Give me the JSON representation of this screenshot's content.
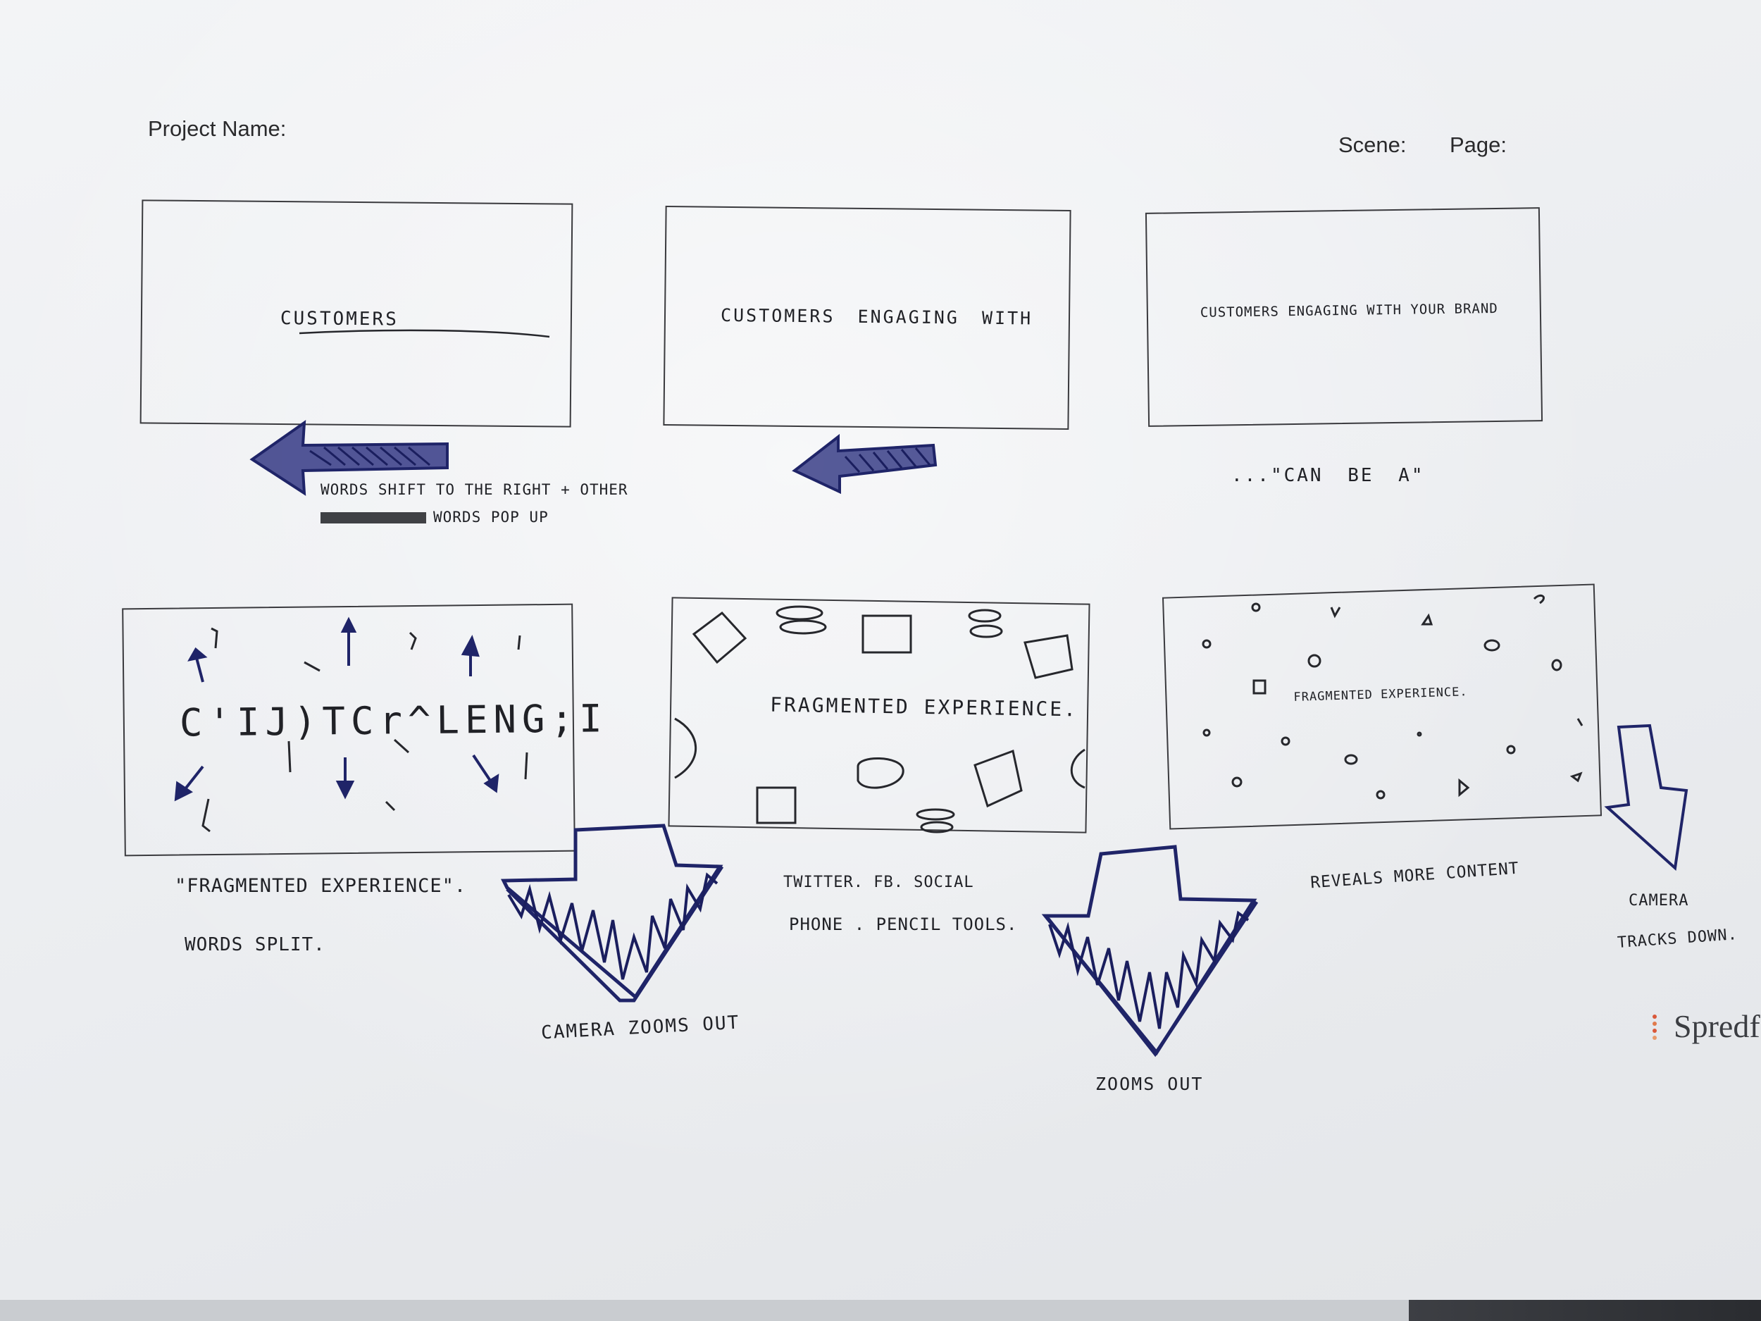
{
  "header": {
    "project_name_label": "Project Name:",
    "scene_label": "Scene:",
    "page_label": "Page:"
  },
  "panels": [
    {
      "caption": "CUSTOMERS",
      "note_lines": [
        "WORDS SHIFT TO THE RIGHT + OTHER",
        "WORDS POP UP"
      ]
    },
    {
      "caption": "CUSTOMERS ENGAGING WITH",
      "note_lines": []
    },
    {
      "caption": "CUSTOMERS ENGAGING WITH YOUR BRAND",
      "note_lines": [
        "...\"CAN BE A\""
      ]
    },
    {
      "caption": "C'IJ)TCr^LENG;I",
      "note_lines": [
        "\"FRAGMENTED EXPERIENCE\".",
        "WORDS SPLIT."
      ]
    },
    {
      "caption": "FRAGMENTED EXPERIENCE.",
      "note_lines": [
        "TWITTER. FB. SOCIAL",
        "PHONE . PENCIL TOOLS."
      ]
    },
    {
      "caption": "FRAGMENTED EXPERIENCE.",
      "note_lines": [
        "REVEALS MORE CONTENT"
      ]
    }
  ],
  "transitions": {
    "camera_zooms_out": "CAMERA ZOOMS OUT",
    "zooms_out": "ZOOMS OUT",
    "camera_tracks_down_lines": [
      "CAMERA",
      "TRACKS DOWN."
    ]
  },
  "brand": {
    "logo_text": "Spredf",
    "dot_colors": [
      "#d9583a",
      "#e07a4c",
      "#d9583a",
      "#e89a6b"
    ]
  },
  "colors": {
    "ink_marker": "#2a2f7a",
    "ink_pen": "#202126"
  }
}
